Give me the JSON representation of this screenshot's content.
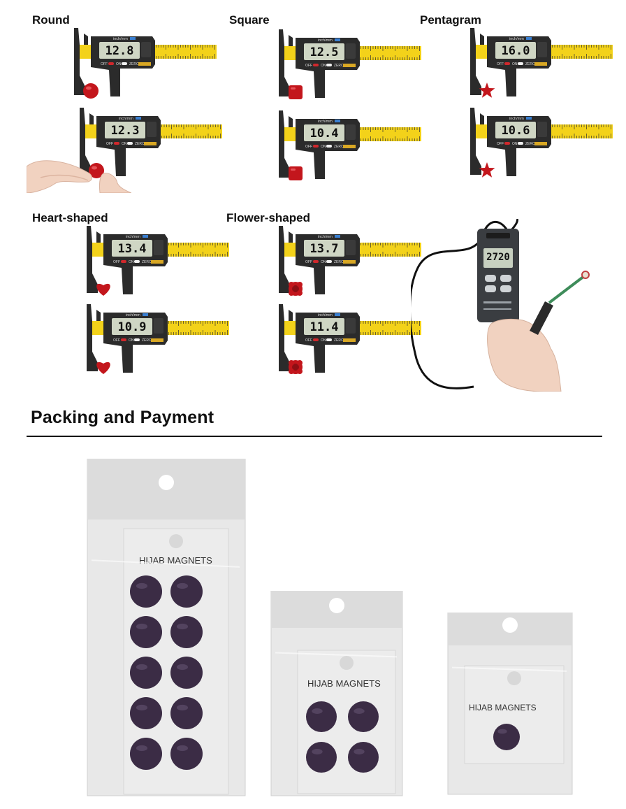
{
  "measurements": [
    {
      "shape": "Round",
      "length_reading": "12.8",
      "height_reading": "12.3"
    },
    {
      "shape": "Square",
      "length_reading": "12.5",
      "height_reading": "10.4"
    },
    {
      "shape": "Pentagram",
      "length_reading": "16.0",
      "height_reading": "10.6"
    },
    {
      "shape": "Heart-shaped",
      "length_reading": "13.4",
      "height_reading": "10.9"
    },
    {
      "shape": "Flower-shaped",
      "length_reading": "13.7",
      "height_reading": "11.4"
    }
  ],
  "caliper": {
    "unit_label": "inch/mm",
    "off_label": "OFF",
    "on_label": "ON",
    "zero_label": "ZERO",
    "colors": {
      "body": "#2b2b2b",
      "scale": "#f3d21a",
      "lcd": "#cfd6c4",
      "magnet": "#c3161c"
    }
  },
  "gaussmeter": {
    "reading": "2720",
    "colors": {
      "body": "#3a3d41",
      "screen": "#c7d0c0",
      "probe": "#3e8c5a"
    }
  },
  "packing": {
    "section_title": "Packing and Payment",
    "card_text": "HIJAB MAGNETS",
    "packages": [
      {
        "size": "large",
        "magnet_count": 10
      },
      {
        "size": "medium",
        "magnet_count": 4
      },
      {
        "size": "small",
        "magnet_count": 1
      }
    ],
    "colors": {
      "magnet": "#3b2c45",
      "card": "#ececec",
      "bag": "#e8e8e8",
      "header": "#dcdcdc"
    }
  }
}
